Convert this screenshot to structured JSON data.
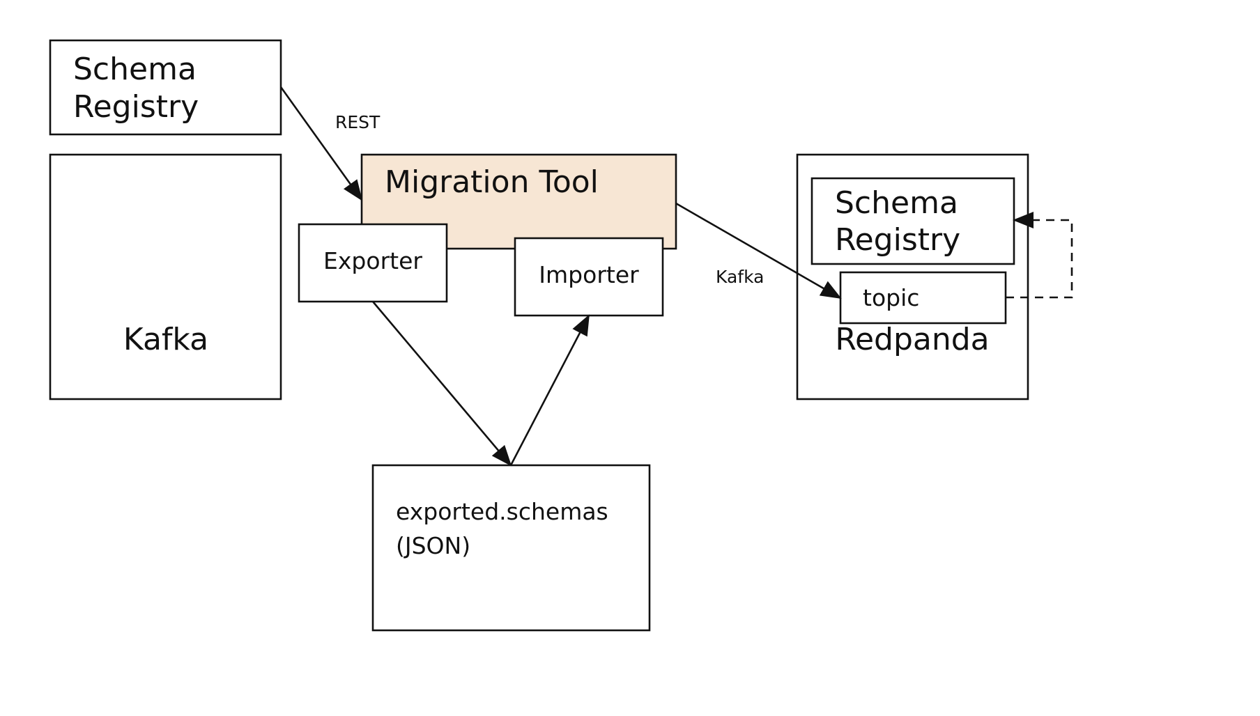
{
  "colors": {
    "migration_fill": "#f7e6d4",
    "stroke": "#111111"
  },
  "nodes": {
    "kafka_schema_registry": {
      "lines": [
        "Schema",
        "Registry"
      ]
    },
    "kafka": {
      "label": "Kafka"
    },
    "migration_tool": {
      "label": "Migration Tool"
    },
    "exporter": {
      "label": "Exporter"
    },
    "importer": {
      "label": "Importer"
    },
    "exported_file": {
      "lines": [
        "exported.schemas",
        "(JSON)"
      ]
    },
    "redpanda": {
      "label": "Redpanda"
    },
    "redpanda_schema_registry": {
      "lines": [
        "Schema",
        "Registry"
      ]
    },
    "topic": {
      "label": "topic"
    }
  },
  "edges": {
    "rest": {
      "label": "REST"
    },
    "kafka": {
      "label": "Kafka"
    }
  }
}
